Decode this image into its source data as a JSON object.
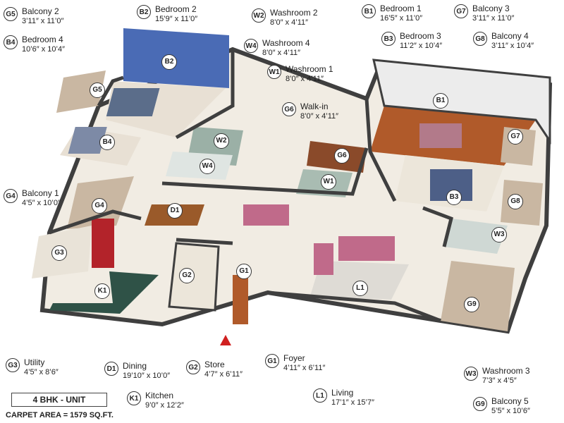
{
  "unit": {
    "type": "4 BHK - UNIT",
    "carpet_area": "CARPET AREA = 1579 SQ.FT."
  },
  "rooms": [
    {
      "code": "G5",
      "name": "Balcony 2",
      "dim": "3’11″ x 11’0″"
    },
    {
      "code": "B4",
      "name": "Bedroom 4",
      "dim": "10’6″ x 10’4″"
    },
    {
      "code": "B2",
      "name": "Bedroom 2",
      "dim": "15’9″ x 11’0″"
    },
    {
      "code": "W2",
      "name": "Washroom 2",
      "dim": "8’0″ x 4’11″"
    },
    {
      "code": "W4",
      "name": "Washroom 4",
      "dim": "8’0″ x 4’11″"
    },
    {
      "code": "W1",
      "name": "Washroom 1",
      "dim": "8’0″ x 4’11″"
    },
    {
      "code": "G6",
      "name": "Walk-in",
      "dim": "8’0″ x 4’11″"
    },
    {
      "code": "B1",
      "name": "Bedroom 1",
      "dim": "16’5″ x 11’0″"
    },
    {
      "code": "B3",
      "name": "Bedroom 3",
      "dim": "11’2″ x 10’4″"
    },
    {
      "code": "G7",
      "name": "Balcony 3",
      "dim": "3’11″ x 11’0″"
    },
    {
      "code": "G8",
      "name": "Balcony 4",
      "dim": "3’11″ x 10’4″"
    },
    {
      "code": "G4",
      "name": "Balcony 1",
      "dim": "4’5″ x 10’0″"
    },
    {
      "code": "G3",
      "name": "Utility",
      "dim": "4’5″ x 8’6″"
    },
    {
      "code": "D1",
      "name": "Dining",
      "dim": "19’10″ x 10’0″"
    },
    {
      "code": "G2",
      "name": "Store",
      "dim": "4’7″ x 6’11″"
    },
    {
      "code": "G1",
      "name": "Foyer",
      "dim": "4’11″ x 6’11″"
    },
    {
      "code": "K1",
      "name": "Kitchen",
      "dim": "9’0″ x 12’2″"
    },
    {
      "code": "L1",
      "name": "Living",
      "dim": "17’1″ x 15’7″"
    },
    {
      "code": "W3",
      "name": "Washroom 3",
      "dim": "7’3″ x 4’5″"
    },
    {
      "code": "G9",
      "name": "Balcony 5",
      "dim": "5’5″ x 10’6″"
    }
  ],
  "colors": {
    "floor": "#f1ece3",
    "wall": "#3f3f3f",
    "wood": "#b05a2a",
    "accent_wall": "#4a6bb5",
    "tile": "#c9b7a2",
    "sofa": "#c06a8a"
  }
}
